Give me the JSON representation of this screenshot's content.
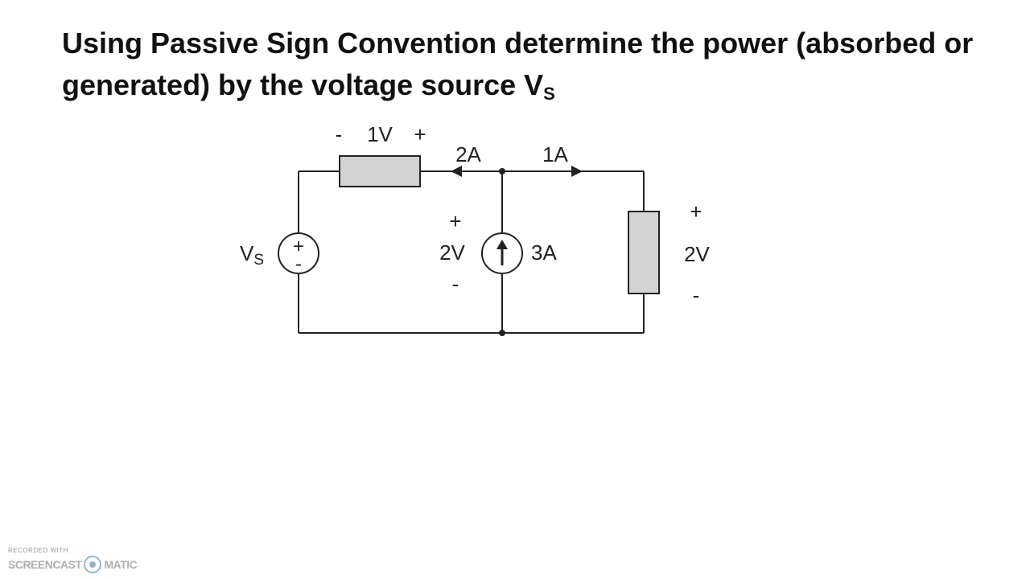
{
  "title": {
    "main": "Using Passive Sign Convention determine the power (absorbed or generated) by the voltage source V",
    "subscript": "S"
  },
  "circuit": {
    "resistor_top": {
      "minus": "-",
      "value": "1V",
      "plus": "+"
    },
    "source_vs": {
      "name": "V",
      "subscript": "S",
      "plus": "+",
      "minus": "-"
    },
    "current_left": "2A",
    "current_right": "1A",
    "middle_branch": {
      "plus": "+",
      "voltage": "2V",
      "minus": "-",
      "current_source": "3A"
    },
    "right_resistor": {
      "plus": "+",
      "voltage": "2V",
      "minus": "-"
    }
  },
  "watermark": {
    "line1": "RECORDED WITH",
    "left": "SCREENCAST",
    "right": "MATIC"
  }
}
